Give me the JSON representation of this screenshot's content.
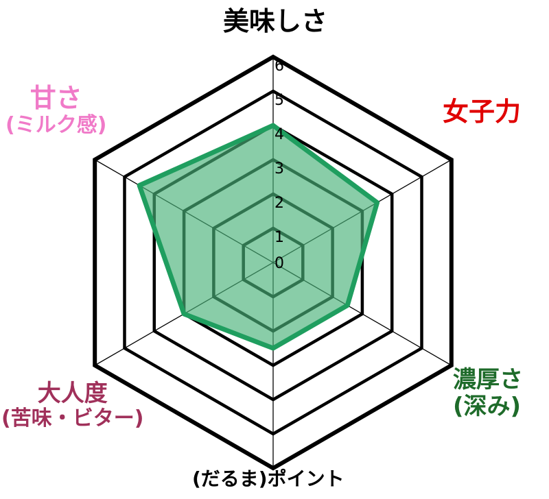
{
  "chart_data": {
    "type": "radar",
    "title": "",
    "axes": [
      {
        "label": "美味しさ",
        "sub_label": "",
        "color": "#000000"
      },
      {
        "label": "女子力",
        "sub_label": "",
        "color": "#e00000"
      },
      {
        "label": "濃厚さ",
        "sub_label": "(深み)",
        "color": "#1e6b2a"
      },
      {
        "label": "(だるま)ポイント",
        "sub_label": "",
        "color": "#000000"
      },
      {
        "label": "大人度",
        "sub_label": "(苦味・ビター)",
        "color": "#a0305a"
      },
      {
        "label": "甘さ",
        "sub_label": "(ミルク感)",
        "color": "#f07ac8"
      }
    ],
    "ticks": [
      "0",
      "1",
      "2",
      "3",
      "4",
      "5",
      "6"
    ],
    "range": [
      0,
      6
    ],
    "series": [
      {
        "values": [
          4,
          3.5,
          2.5,
          2.5,
          3,
          4.5
        ],
        "fill": "#49b27a",
        "fill_opacity": 0.65,
        "stroke": "#1f9e5f"
      }
    ],
    "grid": true,
    "grid_color": "#000000"
  }
}
